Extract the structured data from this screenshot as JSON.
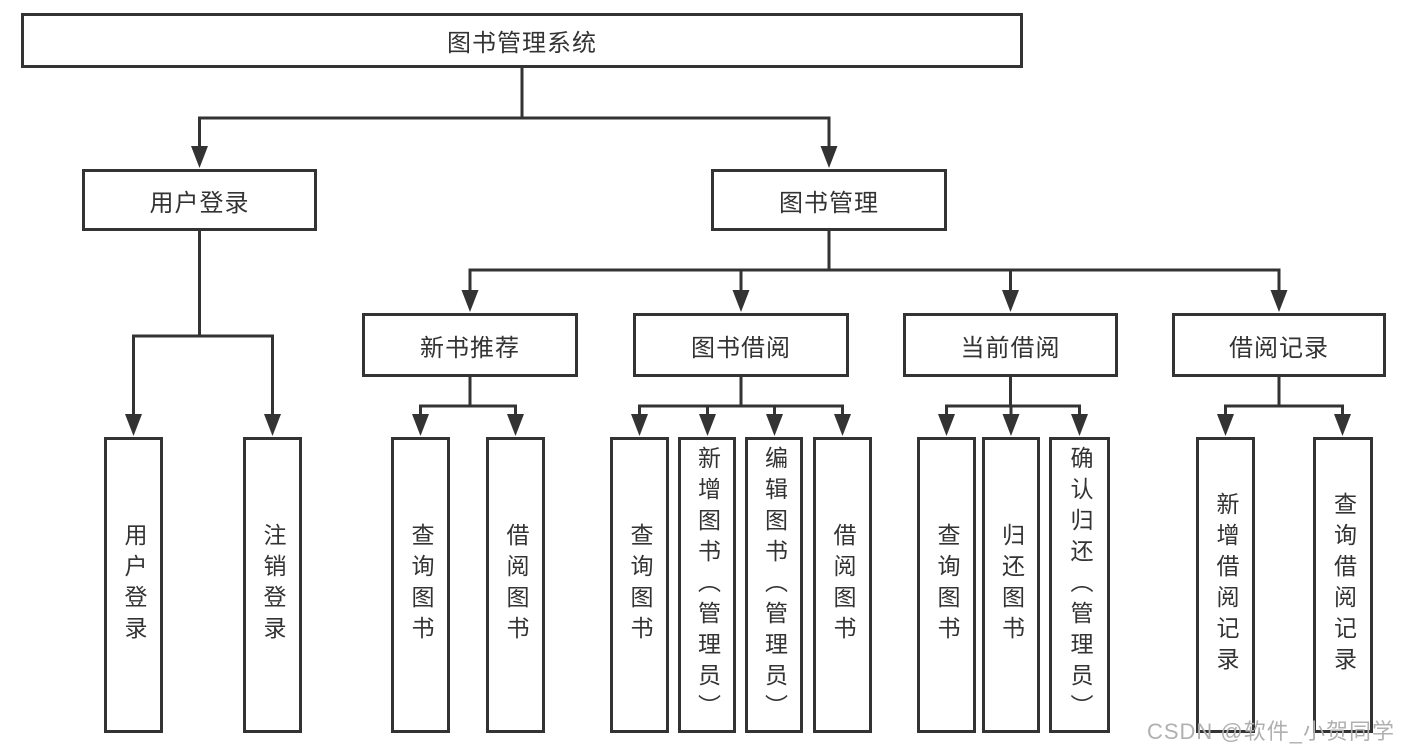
{
  "diagram": {
    "root": {
      "label": "图书管理系统"
    },
    "level2": [
      {
        "label": "用户登录"
      },
      {
        "label": "图书管理"
      }
    ],
    "level3": [
      {
        "label": "新书推荐"
      },
      {
        "label": "图书借阅"
      },
      {
        "label": "当前借阅"
      },
      {
        "label": "借阅记录"
      }
    ],
    "leaf_groups": [
      {
        "parent": "用户登录",
        "items": [
          "用户登录",
          "注销登录"
        ]
      },
      {
        "parent": "新书推荐",
        "items": [
          "查询图书",
          "借阅图书"
        ]
      },
      {
        "parent": "图书借阅",
        "items": [
          "查询图书",
          "新增图书（管理员）",
          "编辑图书（管理员）",
          "借阅图书"
        ]
      },
      {
        "parent": "当前借阅",
        "items": [
          "查询图书",
          "归还图书",
          "确认归还（管理员）"
        ]
      },
      {
        "parent": "借阅记录",
        "items": [
          "新增借阅记录",
          "查询借阅记录"
        ]
      }
    ],
    "watermark": "CSDN @软件_小贺同学",
    "colors": {
      "line": "#333333",
      "text": "#333333",
      "box_background": "#ffffff",
      "watermark": "#b0b0b0",
      "background": "#ffffff"
    }
  }
}
